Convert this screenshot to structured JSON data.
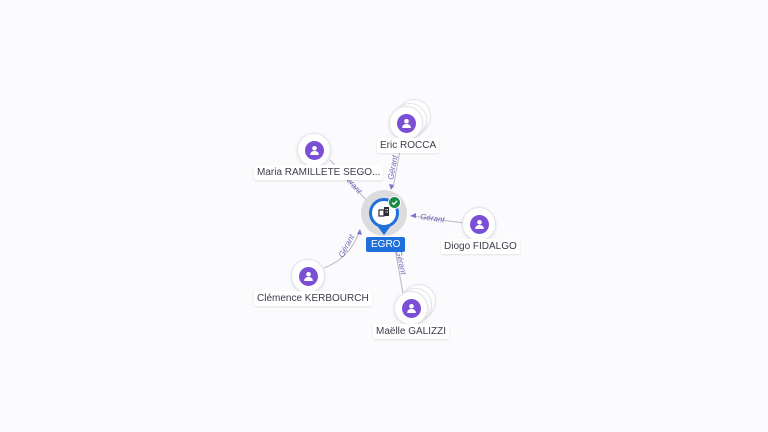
{
  "company": {
    "name": "EGRO",
    "icon": "building-icon",
    "status_icon": "check-icon",
    "colors": {
      "accent": "#1f6fdc",
      "verified": "#1a8a45",
      "person": "#7a4fd6"
    }
  },
  "relation_label": "Gérant",
  "people": [
    {
      "name": "Eric ROCCA",
      "icon": "person-icon",
      "stacked": true
    },
    {
      "name": "Maria RAMILLETE SEGO...",
      "icon": "person-icon",
      "stacked": false
    },
    {
      "name": "Diogo FIDALGO",
      "icon": "person-icon",
      "stacked": false
    },
    {
      "name": "Clémence KERBOURCH",
      "icon": "person-icon",
      "stacked": false
    },
    {
      "name": "Maëlle GALIZZI",
      "icon": "person-icon",
      "stacked": true
    }
  ]
}
